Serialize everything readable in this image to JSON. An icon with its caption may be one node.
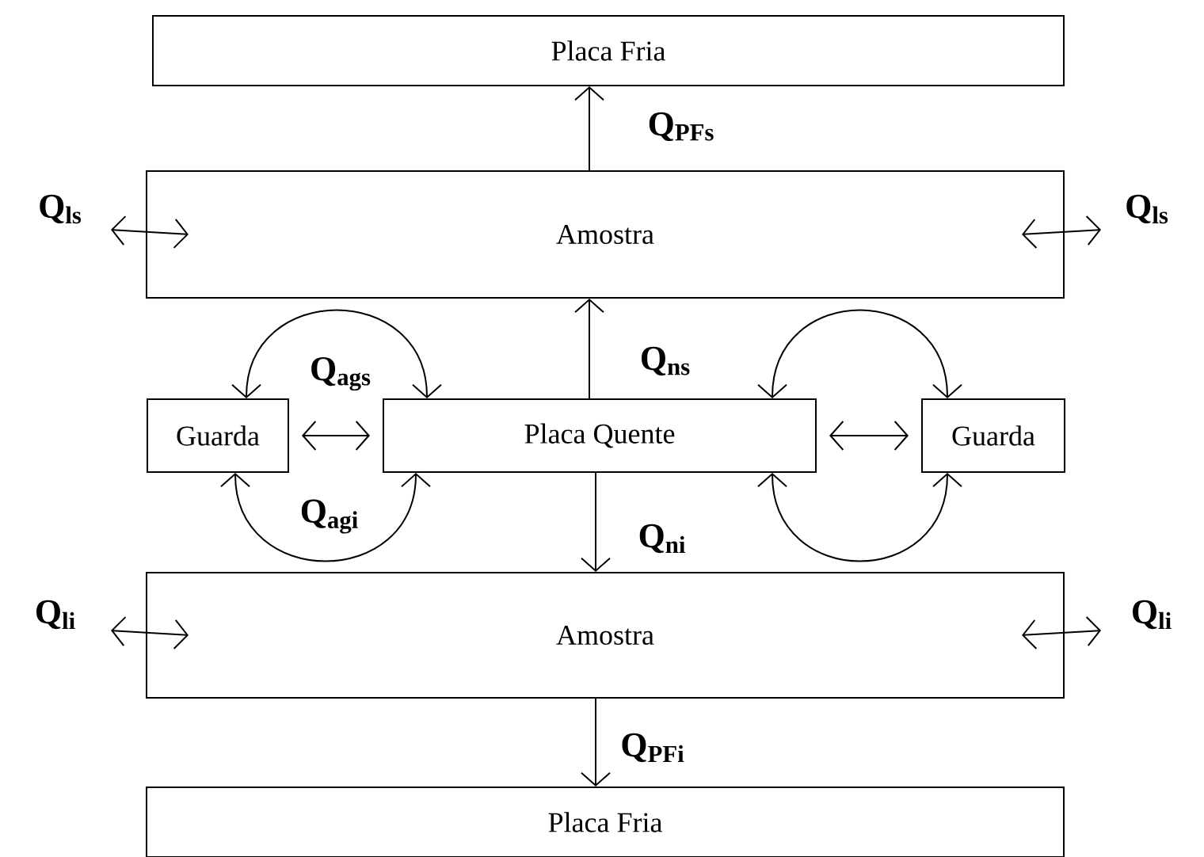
{
  "diagram": {
    "nodes": [
      {
        "text": [
          "Placa Fria"
        ]
      },
      {
        "text": [
          "Amostra"
        ]
      },
      {
        "text": [
          "Guarda"
        ]
      },
      {
        "text": [
          "Placa Quente"
        ]
      },
      {
        "text": [
          "Guarda"
        ]
      },
      {
        "text": [
          "Amostra"
        ]
      },
      {
        "text": [
          "Placa Fria"
        ]
      }
    ],
    "edges": [
      {
        "from": 1,
        "to": 0,
        "arrow": "to",
        "label": "Q$_{PFs}$"
      },
      {
        "from": null,
        "to": 1,
        "arrow": "both",
        "label": "Q$_{ls}$"
      },
      {
        "from": null,
        "to": 1,
        "arrow": "both",
        "label": "Q$_{ls}$"
      },
      {
        "from": 2,
        "to": 3,
        "arrow": "both",
        "label": "Q$_{ags}$"
      },
      {
        "from": 3,
        "to": 4,
        "arrow": "both"
      },
      {
        "from": 3,
        "to": 1,
        "arrow": "to",
        "label": "Q$_{ns}$"
      },
      {
        "from": 2,
        "to": 3,
        "arrow": "both"
      },
      {
        "from": 3,
        "to": 4,
        "arrow": "both"
      },
      {
        "from": 2,
        "to": 3,
        "arrow": "both",
        "label": "Q$_{agi}$"
      },
      {
        "from": 3,
        "to": 5,
        "arrow": "to",
        "label": "Q$_{ni}$"
      },
      {
        "from": 3,
        "to": 4,
        "arrow": "both"
      },
      {
        "from": null,
        "to": 5,
        "arrow": "both",
        "label": "Q$_{li}$"
      },
      {
        "from": null,
        "to": 5,
        "arrow": "both",
        "label": "Q$_{li}$"
      },
      {
        "from": 5,
        "to": 6,
        "arrow": "to",
        "label": "Q$_{PFi}$"
      }
    ]
  }
}
